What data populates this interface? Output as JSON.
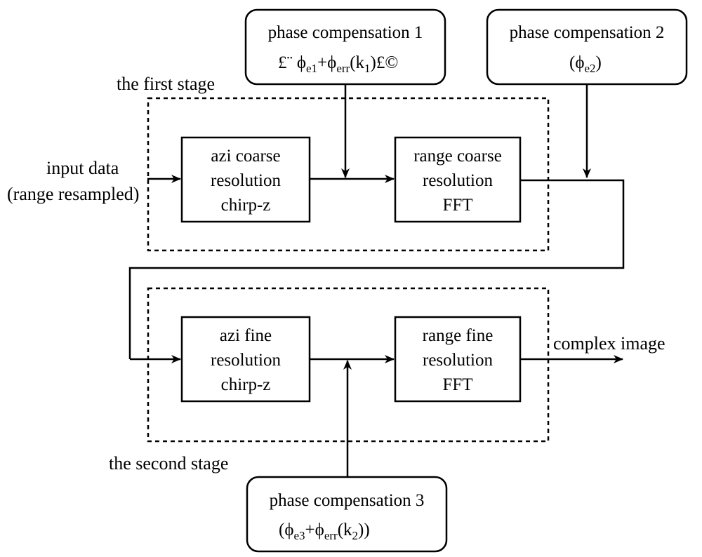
{
  "diagram": {
    "stage1_label": "the first stage",
    "stage2_label": "the second stage",
    "input_label": {
      "line1": "input data",
      "line2": "(range resampled)"
    },
    "output_label": "complex image",
    "blocks": {
      "azi_coarse": {
        "line1": "azi coarse",
        "line2": "resolution",
        "line3": "chirp-z"
      },
      "range_coarse": {
        "line1": "range coarse",
        "line2": "resolution",
        "line3": "FFT"
      },
      "azi_fine": {
        "line1": "azi fine",
        "line2": "resolution",
        "line3": "chirp-z"
      },
      "range_fine": {
        "line1": "range fine",
        "line2": "resolution",
        "line3": "FFT"
      }
    },
    "phase_comp_1": {
      "title": "phase compensation 1",
      "open": "£¨",
      "phi1": "ϕ",
      "sub1": "e1",
      "plus": "+",
      "phi2": "ϕ",
      "sub2": "err",
      "arg_open": "(k",
      "arg_sub": "1",
      "arg_close": ")",
      "close": "£©"
    },
    "phase_comp_2": {
      "title": "phase compensation 2",
      "open": "(",
      "phi": "ϕ",
      "sub": "e2",
      "close": ")"
    },
    "phase_comp_3": {
      "title": "phase compensation 3",
      "open": "(",
      "phi1": "ϕ",
      "sub1": "e3",
      "plus": "+",
      "phi2": "ϕ",
      "sub2": "err",
      "arg_open": "(k",
      "arg_sub": "2",
      "arg_close": "))"
    }
  }
}
